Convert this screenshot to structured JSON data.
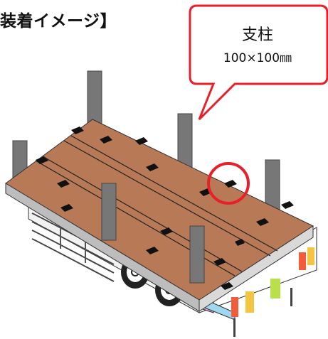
{
  "title": "装着イメージ】",
  "callout": {
    "line1": "支柱",
    "line2": "100×100㎜"
  },
  "colors": {
    "deck": "#B87A56",
    "post": "#777777",
    "callout_border": "#E8202A",
    "highlight_circle": "#E8202A"
  }
}
